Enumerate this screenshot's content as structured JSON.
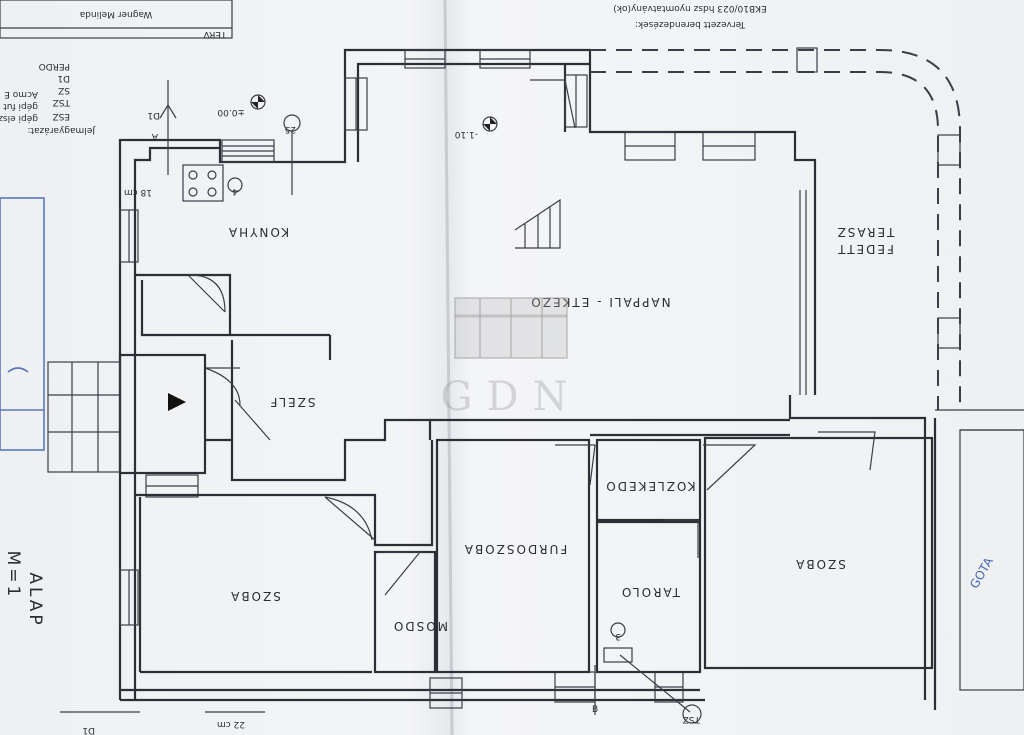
{
  "title_block": {
    "name": "Wagner Melinda",
    "tag": "TERV",
    "line": "EKB10/023 hdsz nyomtatvány(ok)",
    "heading": "Tervezett berendezések:"
  },
  "legend": {
    "title": "Jelmagyarázat:",
    "rows": [
      "ESZ",
      "TSZ",
      "SZ",
      "D1",
      "PERDO"
    ],
    "texts": [
      "gépi elsz",
      "gépi fut",
      "Acmo E"
    ]
  },
  "rooms": {
    "konyha": "KONYHA",
    "nappali": "NAPPALI - ETKEZO",
    "fedett_terasz_1": "FEDETT",
    "fedett_terasz_2": "TERASZ",
    "szelf": "SZELF",
    "szoba_left": "SZOBA",
    "furdoszoba": "FURDOSZOBA",
    "kozlekedo": "KOZLEKEDO",
    "szoba_right": "SZOBA",
    "tarolo": "TAROLO",
    "mosdo": "MOSDO"
  },
  "annotations": {
    "level_zero": "±0.00",
    "level_minus": "-1.10",
    "section_a": "A",
    "section_b": "B",
    "d1_top": "D1",
    "d1_bottom": "D1",
    "tsz": "TSZ",
    "dim_bottom": "22 cm",
    "dim_left": "18 cm",
    "circle_25": "25",
    "circle_4": "4",
    "circle_3": "3"
  },
  "edge_labels": {
    "alap": "ALAP",
    "scale": "M=1",
    "right_blue": "GOTA"
  },
  "watermark": {
    "text": "GDN"
  },
  "colors": {
    "ink": "#2b2f36",
    "paper": "#eef0f3",
    "blue": "#5a78b8"
  }
}
